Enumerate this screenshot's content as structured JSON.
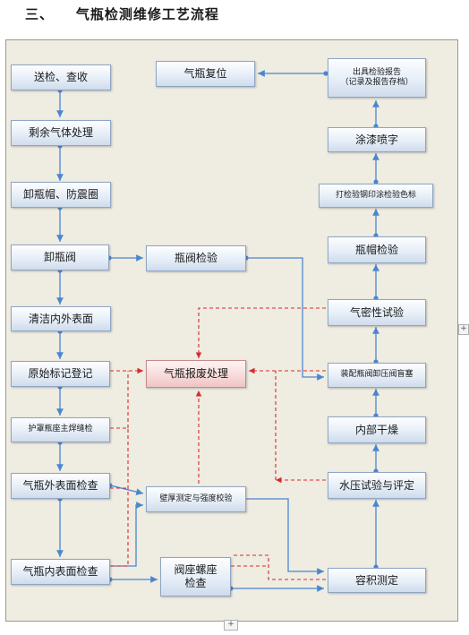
{
  "heading": "三、    气瓶检测维修工艺流程",
  "nodes": {
    "send_check": "送检、查收",
    "residual_gas": "剩余气体处理",
    "remove_cap": "卸瓶帽、防震圈",
    "remove_valve": "卸瓶阀",
    "clean_surface": "清洁内外表面",
    "original_mark": "原始标记登记",
    "weld_check": "护罩瓶座主焊缝检",
    "outer_check": "气瓶外表面检查",
    "inner_check": "气瓶内表面检查",
    "valve_inspect": "瓶阀检验",
    "scrap": "气瓶报废处理",
    "thickness": "壁厚测定与强度校验",
    "seat_check_line1": "阀座螺座",
    "seat_check_line2": "检查",
    "reset": "气瓶复位",
    "report_line1": "出具检验报告",
    "report_line2": "（记录及报告存档）",
    "paint": "涂漆喷字",
    "stamp": "打检验钢印涂检验色标",
    "cap_inspect": "瓶帽检验",
    "air_tight": "气密性试验",
    "assemble_valve": "装配瓶阀卸压阀盲塞",
    "dry": "内部干燥",
    "hydro_test": "水压试验与评定",
    "volume": "容积测定"
  },
  "scrollbar": {
    "plus": "+"
  },
  "colors": {
    "flow": "#4a86d0",
    "scrap": "#d92a2a"
  }
}
